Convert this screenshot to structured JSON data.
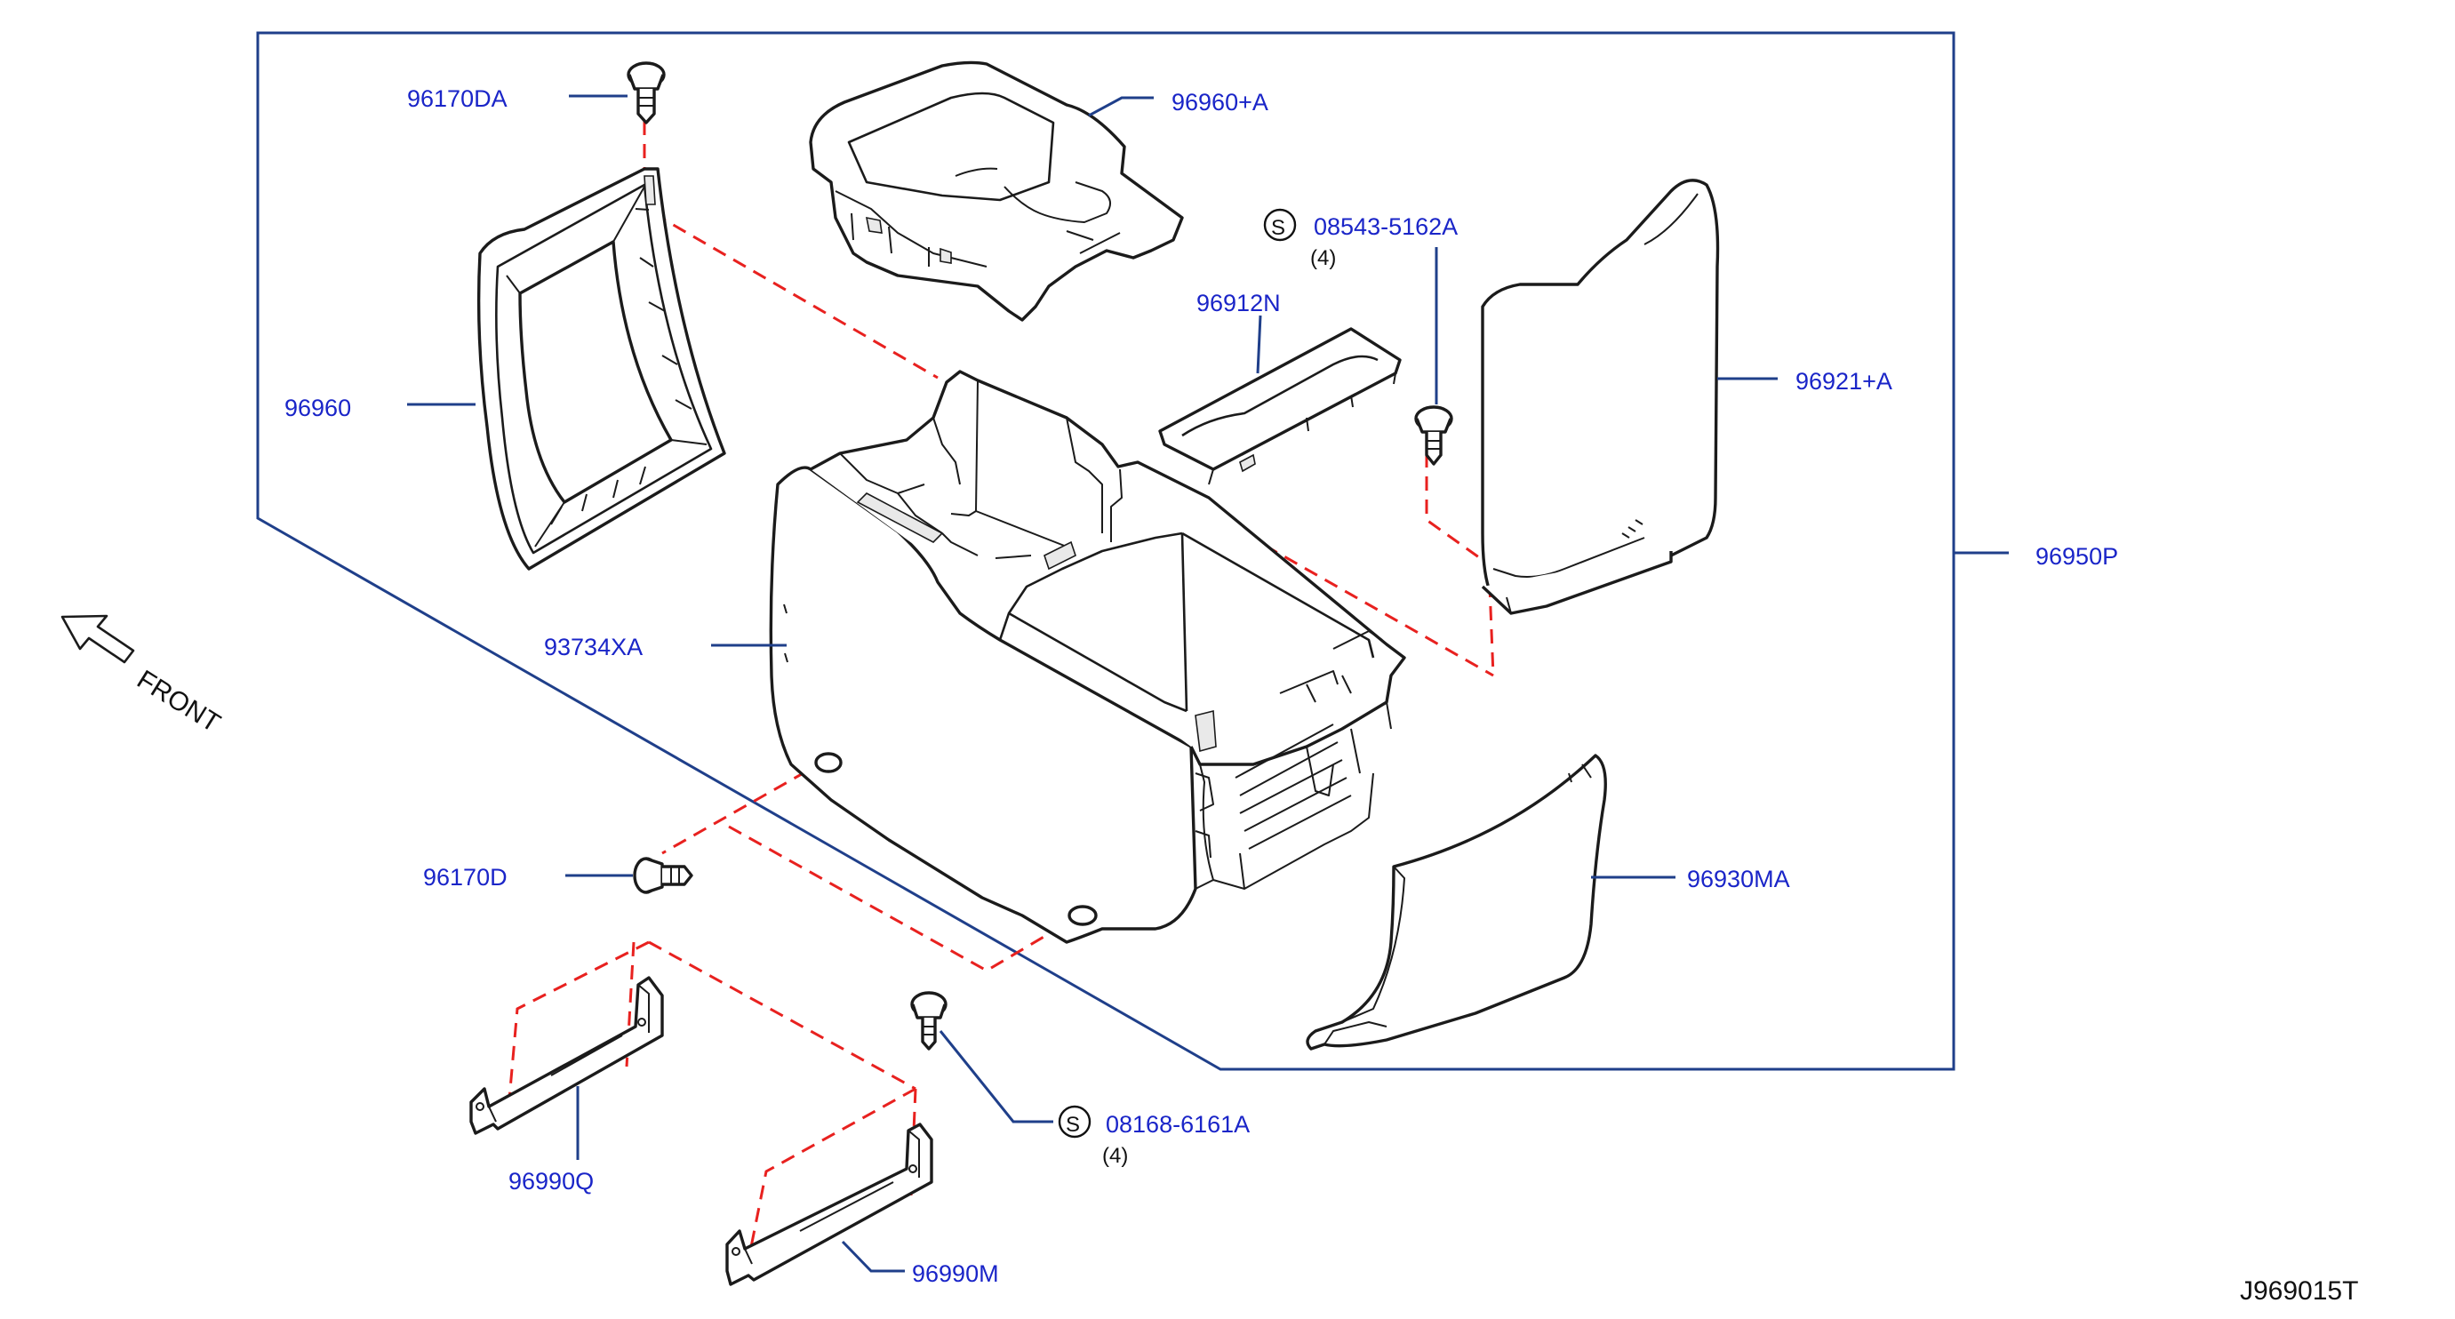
{
  "diagram_code": "J969015T",
  "direction_label": "FRONT",
  "screw_symbol": "S",
  "parts": {
    "clip_top": "96170DA",
    "upper_finisher": "96960+A",
    "screw_lid": "08543-5162A",
    "screw_lid_qty": "(4)",
    "pocket": "96912N",
    "front_panel": "96960",
    "lid": "96921+A",
    "assembly": "96950P",
    "console_body": "93734XA",
    "clip_side": "96170D",
    "rear_finisher": "96930MA",
    "bracket_front": "96990Q",
    "screw_bracket": "08168-6161A",
    "screw_bracket_qty": "(4)",
    "bracket_rear": "96990M"
  }
}
